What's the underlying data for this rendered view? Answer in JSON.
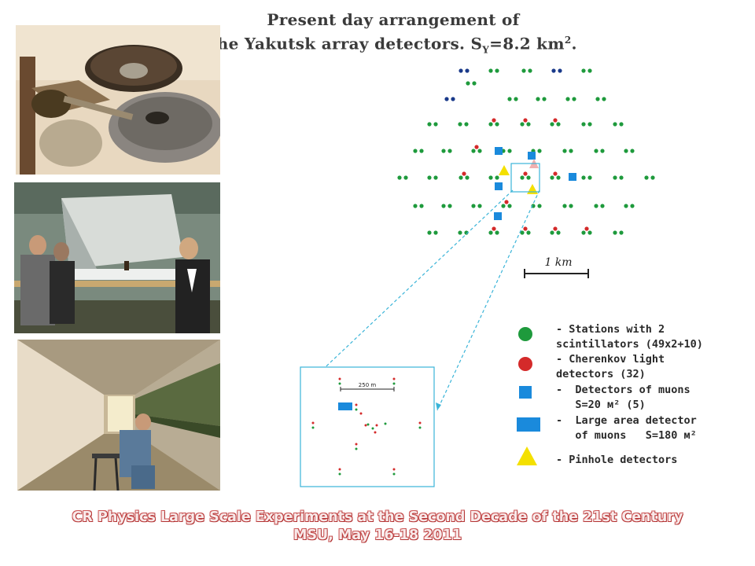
{
  "title": {
    "line1": "Present day arrangement of",
    "line2_main": "the Yakutsk array detectors. S",
    "line2_sub": "Y",
    "line2_end": "=8.2 km",
    "line2_sup": "2",
    "line2_tail": "."
  },
  "map": {
    "scale_label": "1 km",
    "inset_scale_label": "250 m"
  },
  "legend": {
    "scintillators": [
      "- Stations with 2",
      "scintillators (49x2+10)"
    ],
    "cherenkov": [
      "- Cherenkov light",
      "detectors (32)"
    ],
    "muons": [
      "-  Detectors of muons",
      "   S=20 м² (5)"
    ],
    "large_muons": [
      "-  Large area detector",
      "   of muons   S=180 м²"
    ],
    "pinhole": [
      "- Pinhole detectors"
    ]
  },
  "footer": {
    "line1": "CR Physics Large Scale Experiments at the Second Decade of the 21st Century",
    "line2": "MSU, May 16-18 2011"
  },
  "colors": {
    "scintillator": "#1e9a3c",
    "cherenkov": "#d42a2a",
    "muon": "#1a8adc",
    "pinhole": "#f4e000",
    "inset_border": "#3ab4d8"
  }
}
